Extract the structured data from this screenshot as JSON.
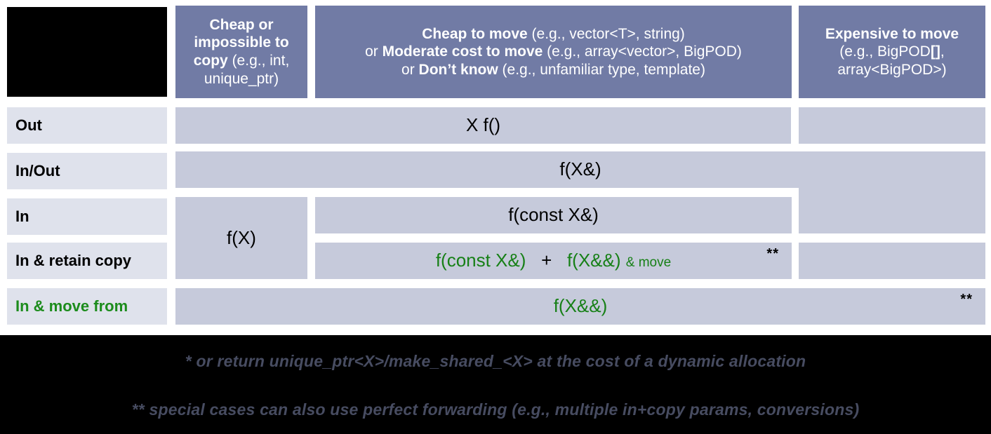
{
  "title": "C++ parameter passing guidance table",
  "colors": {
    "header_bg": "#717BA5",
    "header_text": "#FFFFFF",
    "row_label_bg": "#DFE2EC",
    "body_cell_bg": "#C6CADB",
    "green": "#178017",
    "footnote_text": "#474C61",
    "page_bg": "#000000"
  },
  "header": {
    "corner": "",
    "col_cheap_copy": {
      "line1_bold": "Cheap or",
      "line2_bold": "impossible to",
      "line3_bold": "copy",
      "line3_rest": " (e.g., int,",
      "line4_rest": "unique_ptr)"
    },
    "col_cheap_move": {
      "line1_bold": "Cheap to move",
      "line1_rest": " (e.g., vector<T>, string)",
      "line2_pre": "or ",
      "line2_bold": "Moderate cost to move",
      "line2_rest": " (e.g., array<vector>, BigPOD)",
      "line3_pre": "or ",
      "line3_bold": "Don’t know",
      "line3_rest": " (e.g., unfamiliar type, template)"
    },
    "col_expensive_move": {
      "line1_bold": "Expensive to move",
      "line2_rest": "(e.g., BigPOD",
      "line2_bold": "[]",
      "line2_tail": ",",
      "line3_rest": "array<BigPOD>)"
    }
  },
  "rows": [
    {
      "label": "Out",
      "label_color": "black"
    },
    {
      "label": "In/Out",
      "label_color": "black"
    },
    {
      "label": "In",
      "label_color": "black"
    },
    {
      "label": "In & retain copy",
      "label_color": "black"
    },
    {
      "label": "In & move from",
      "label_color": "green"
    }
  ],
  "cells": {
    "out_main": "X f()",
    "out_expensive": "",
    "inout_all": "f(X&)",
    "in_cheapcopy": "f(X)",
    "in_main": "f(const X&)",
    "in_expensive": "",
    "retain_copy_a": "f(const X&)",
    "retain_copy_plus": "+",
    "retain_copy_b": "f(X&&)",
    "retain_copy_b_suffix": "& move",
    "retain_copy_note": "**",
    "retain_expensive": "",
    "movefrom_main": "f(X&&)",
    "movefrom_note": "**"
  },
  "footnotes": {
    "one": "* or return unique_ptr<X>/make_shared_<X> at the cost of a dynamic allocation",
    "two": "** special cases can also use perfect forwarding (e.g., multiple in+copy params, conversions)"
  }
}
